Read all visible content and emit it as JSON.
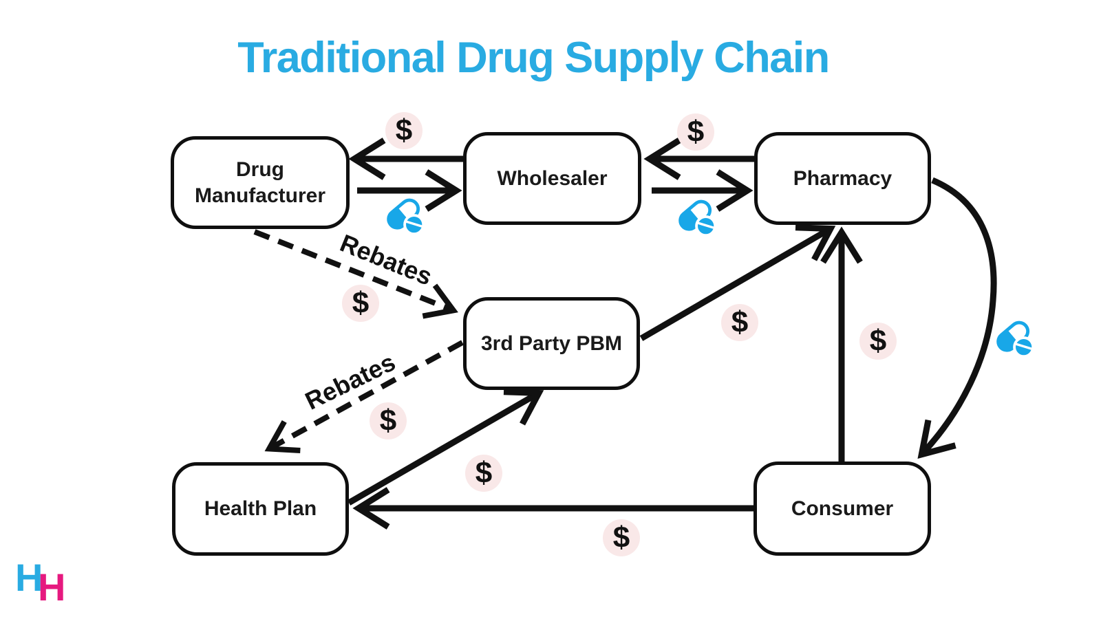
{
  "title": "Traditional Drug Supply Chain",
  "nodes": {
    "drug_manufacturer": "Drug Manufacturer",
    "wholesaler": "Wholesaler",
    "pharmacy": "Pharmacy",
    "pbm": "3rd Party PBM",
    "health_plan": "Health Plan",
    "consumer": "Consumer"
  },
  "edge_labels": {
    "rebates_manufacturer_to_pbm": "Rebates",
    "rebates_pbm_to_health_plan": "Rebates",
    "dollar": "$"
  },
  "logo": {
    "h_blue": "H",
    "h_pink": "H"
  },
  "colors": {
    "title_blue": "#29abe2",
    "pill_blue": "#18a7e8",
    "line_black": "#111111",
    "badge_pink_bg": "#f9e8e8",
    "logo_blue": "#29abe2",
    "logo_pink": "#e6197f"
  }
}
